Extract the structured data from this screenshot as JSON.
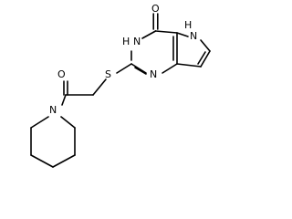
{
  "molecule": {
    "atoms": {
      "o_top": "O",
      "h_5": "H",
      "n_5": "N",
      "h_3": "H",
      "n_3": "N",
      "s": "S",
      "n_1": "N",
      "o_amide": "O",
      "n_pip": "N"
    }
  }
}
